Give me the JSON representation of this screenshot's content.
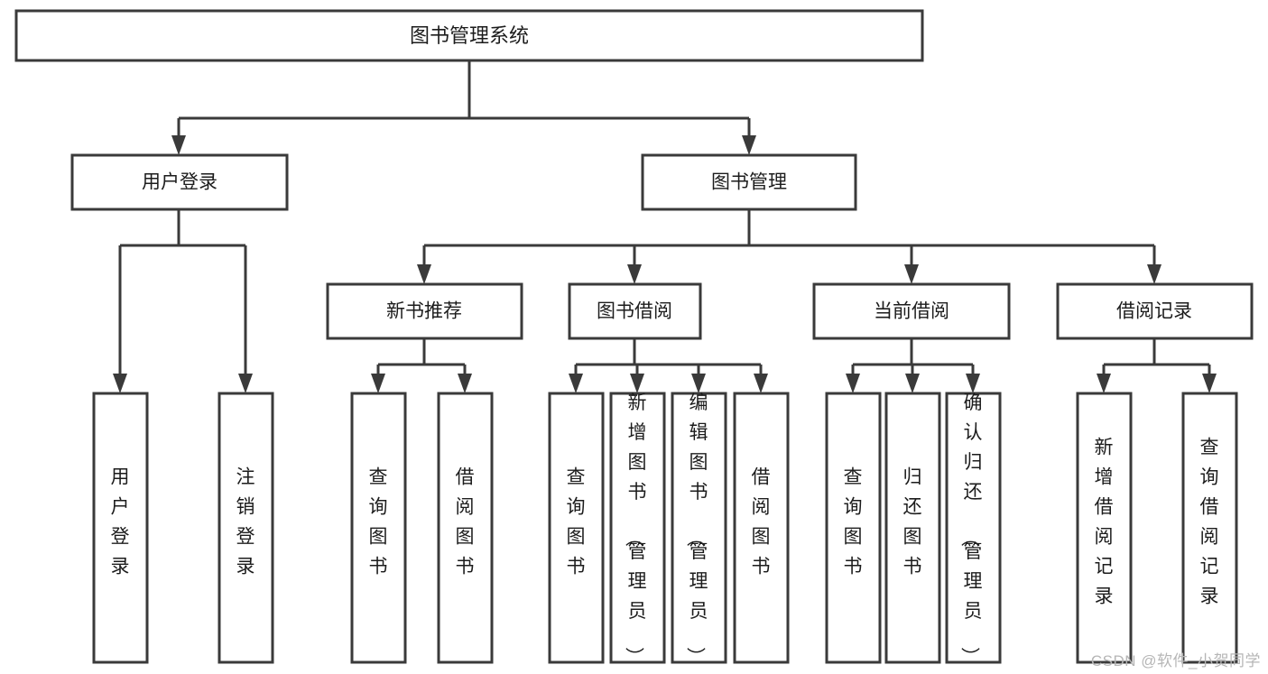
{
  "diagram": {
    "type": "tree-hierarchy",
    "title": "图书管理系统",
    "watermark": "CSDN @软件_小贺同学",
    "colors": {
      "stroke": "#3a3a3a",
      "fill": "#ffffff",
      "text": "#1c1c1c",
      "watermark": "#b6b6b6",
      "background": "#ffffff"
    },
    "levels": {
      "root": {
        "label": "图书管理系统"
      },
      "level2": [
        {
          "id": "user-login",
          "label": "用户登录"
        },
        {
          "id": "book-management",
          "label": "图书管理"
        }
      ],
      "level3": [
        {
          "id": "new-book-recommend",
          "label": "新书推荐",
          "parent": "book-management"
        },
        {
          "id": "book-borrow",
          "label": "图书借阅",
          "parent": "book-management"
        },
        {
          "id": "current-borrow",
          "label": "当前借阅",
          "parent": "book-management"
        },
        {
          "id": "borrow-record",
          "label": "借阅记录",
          "parent": "book-management"
        }
      ],
      "leaves": {
        "user-login": [
          {
            "id": "leaf-user-login",
            "label": "用户登录"
          },
          {
            "id": "leaf-user-logout",
            "label": "注销登录"
          }
        ],
        "new-book-recommend": [
          {
            "id": "leaf-query-book-1",
            "label": "查询图书"
          },
          {
            "id": "leaf-borrow-book-1",
            "label": "借阅图书"
          }
        ],
        "book-borrow": [
          {
            "id": "leaf-query-book-2",
            "label": "查询图书"
          },
          {
            "id": "leaf-add-book",
            "label": "新增图书（管理员）"
          },
          {
            "id": "leaf-edit-book",
            "label": "编辑图书（管理员）"
          },
          {
            "id": "leaf-borrow-book-2",
            "label": "借阅图书"
          }
        ],
        "current-borrow": [
          {
            "id": "leaf-query-book-3",
            "label": "查询图书"
          },
          {
            "id": "leaf-return-book",
            "label": "归还图书"
          },
          {
            "id": "leaf-confirm-return",
            "label": "确认归还（管理员）"
          }
        ],
        "borrow-record": [
          {
            "id": "leaf-add-record",
            "label": "新增借阅记录"
          },
          {
            "id": "leaf-query-record",
            "label": "查询借阅记录"
          }
        ]
      }
    }
  }
}
